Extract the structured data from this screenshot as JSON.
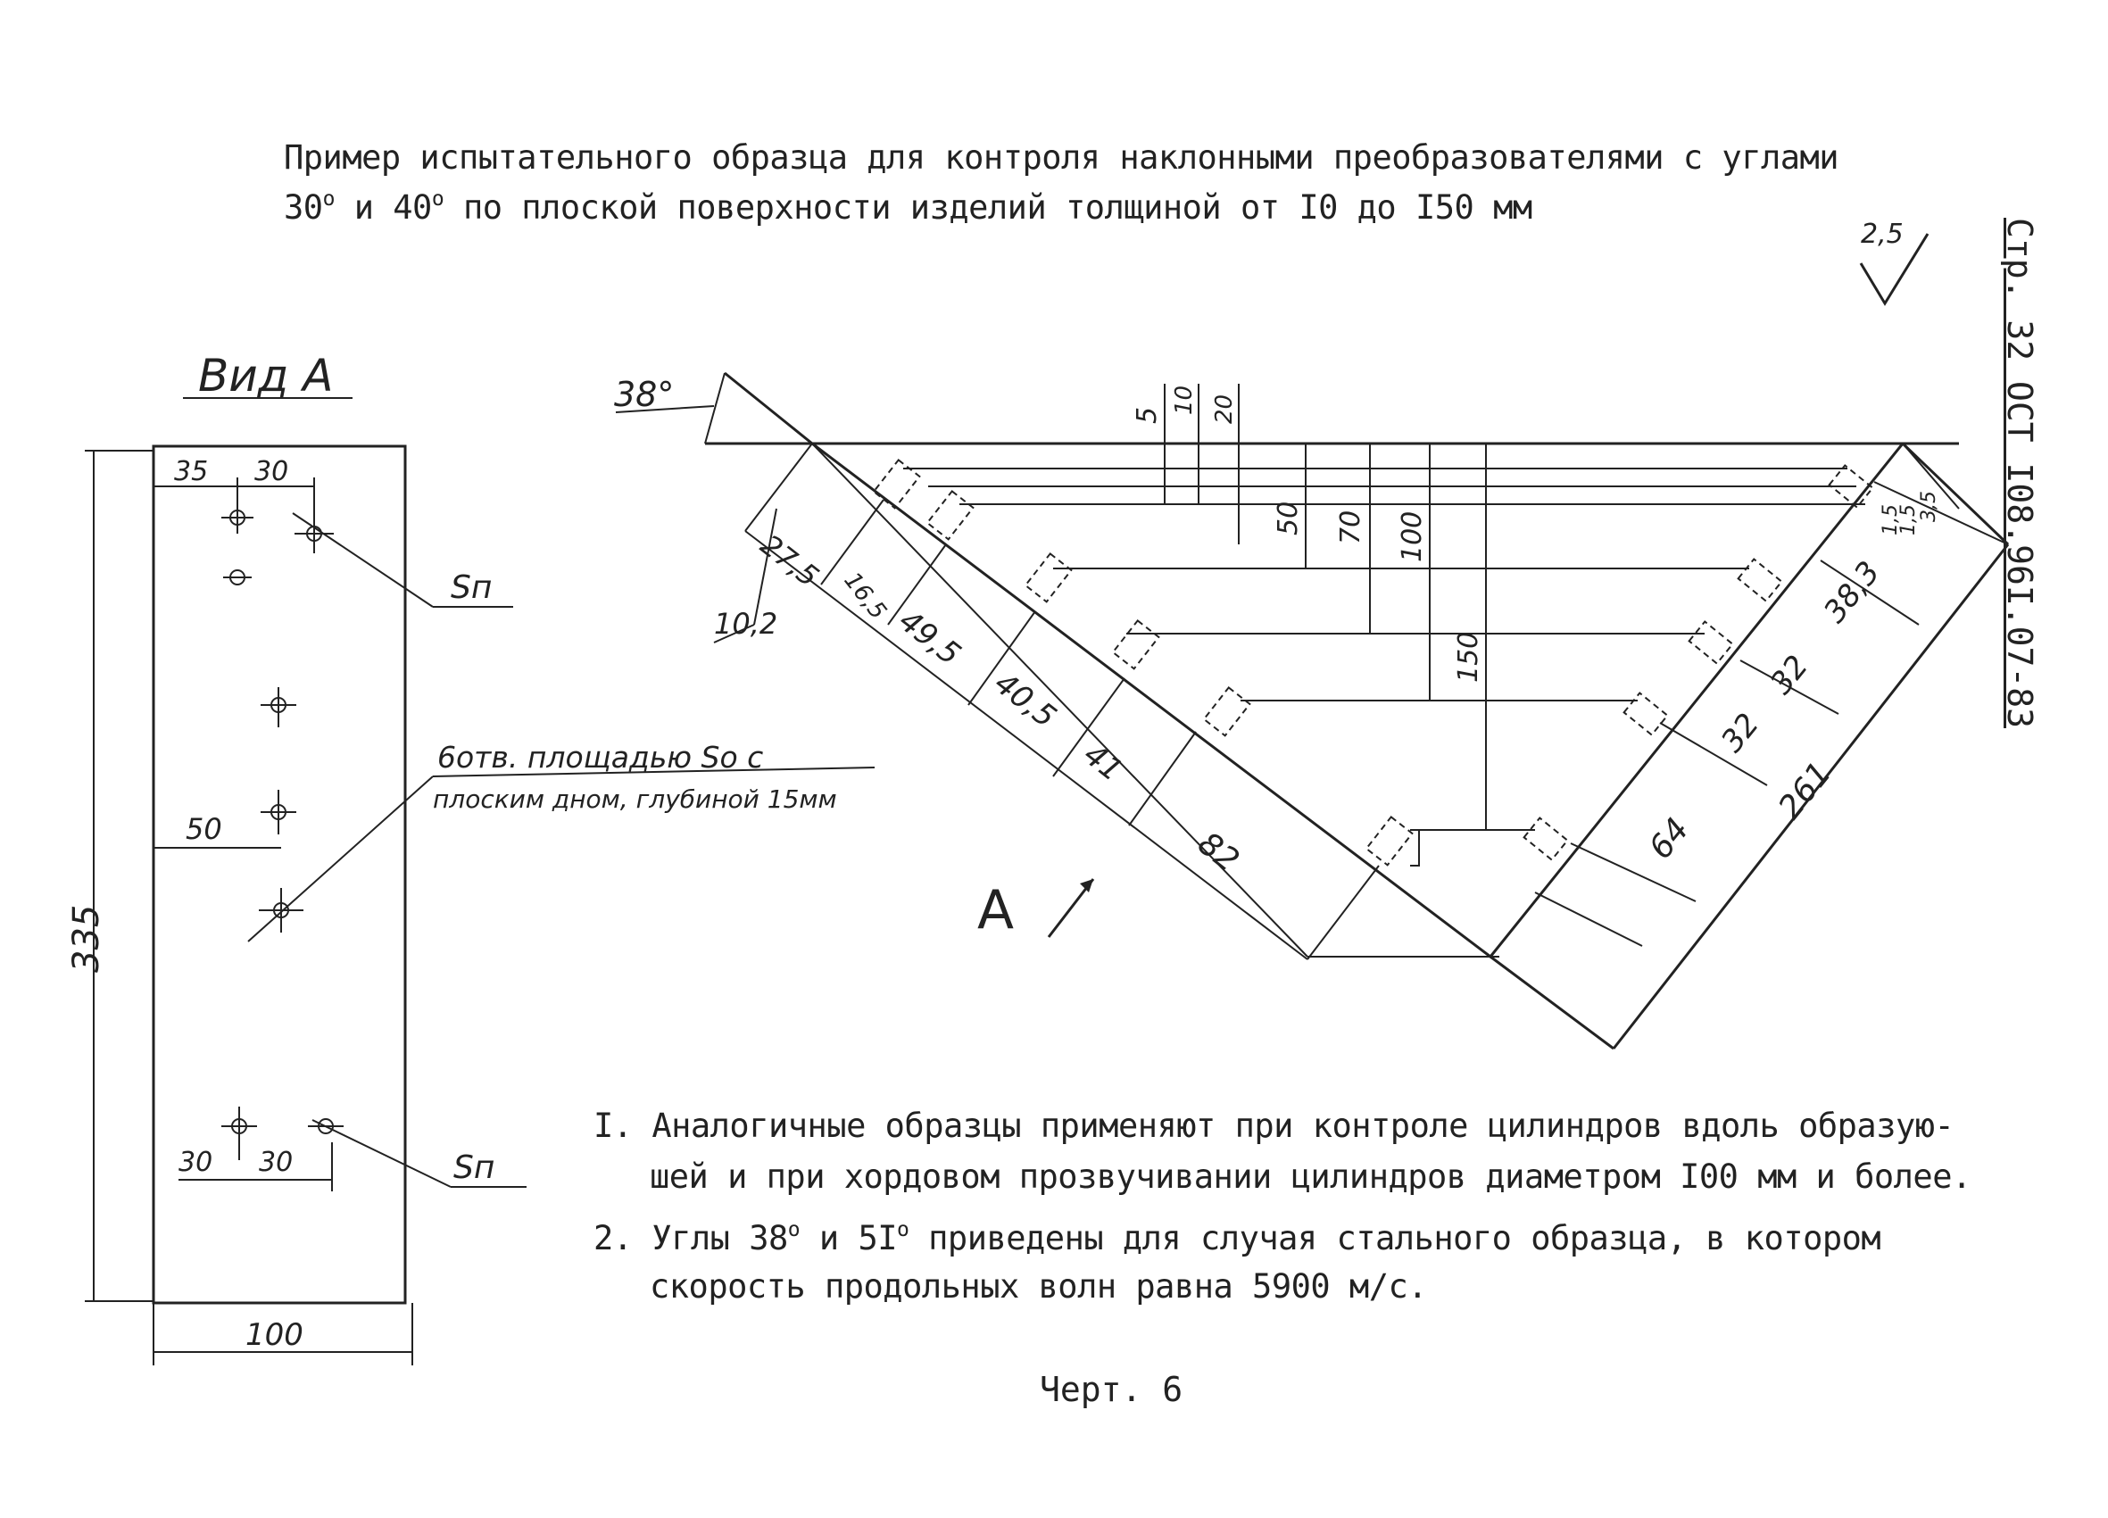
{
  "header": {
    "line1": "Пример испытательного образца для контроля наклонными преобразователями с углами",
    "line2_a": "30",
    "line2_b": "и 40",
    "line2_c": "по плоской поверхности изделий толщиной от I0 до I50 мм",
    "deg": "о"
  },
  "side_code": "Стр. 32 ОСТ I08.96I.07-83",
  "roughness": "2,5",
  "view": {
    "title": "Вид А",
    "dim_height": "335",
    "dim_width": "100",
    "dim_top_left": "35",
    "dim_top_right": "30",
    "dim_mid": "50",
    "dim_bottom_left": "30",
    "dim_bottom_right": "30",
    "label_sn_top": "Sп",
    "label_sn_bottom": "Sп",
    "holes_note_1": "6отв. площадью   Sо с",
    "holes_note_2": "плоским дном, глубиной 15мм"
  },
  "section": {
    "angle": "38°",
    "view_marker": "А",
    "dims_top": [
      "5",
      "10",
      "20"
    ],
    "dims_vertical": [
      "50",
      "70",
      "100",
      "150"
    ],
    "dims_left": [
      "27,5",
      "10,2",
      "16,5",
      "49,5",
      "40,5",
      "41",
      "82"
    ],
    "dims_right": [
      "1,5",
      "1,5",
      "3,5",
      "38,3",
      "32",
      "32",
      "64",
      "261"
    ]
  },
  "notes": {
    "n1_a": "I. Аналогичные образцы применяют при контроле цилиндров вдоль образую-",
    "n1_b": "шей и при хордовом прозвучивании цилиндров диаметром I00 мм и более.",
    "n2_a": "2. Углы 38",
    "n2_b": " и 5I",
    "n2_c": " приведены для случая стального образца, в котором",
    "n2_d": "скорость продольных волн равна 5900 м/с."
  },
  "caption": "Черт. 6"
}
